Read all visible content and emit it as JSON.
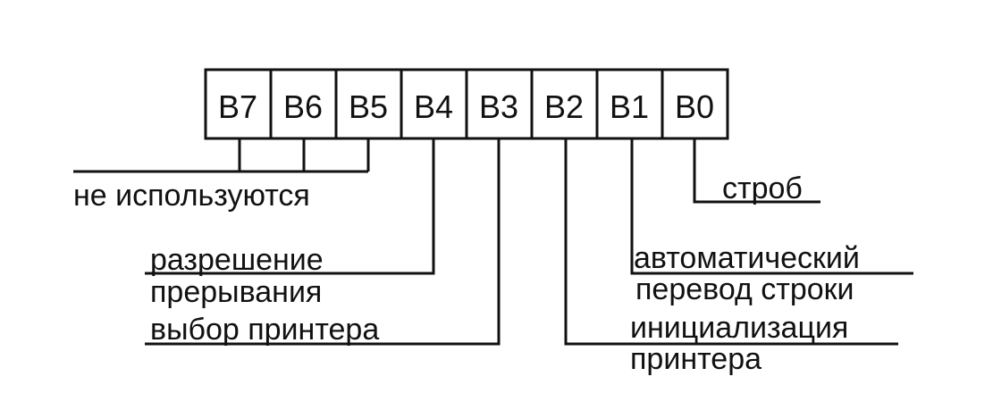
{
  "register": {
    "bits": [
      "B7",
      "B6",
      "B5",
      "B4",
      "B3",
      "B2",
      "B1",
      "B0"
    ]
  },
  "labels": {
    "unused": "не используются",
    "interrupt_line1": "разрешение",
    "interrupt_line2": "прерывания",
    "printer_select": "выбор принтера",
    "strobe": "строб",
    "autofeed_line1": "автоматический",
    "autofeed_line2": "перевод строки",
    "init_line1": "инициализация",
    "init_line2": "принтера"
  },
  "colors": {
    "ink": "#111111",
    "background": "#ffffff"
  }
}
